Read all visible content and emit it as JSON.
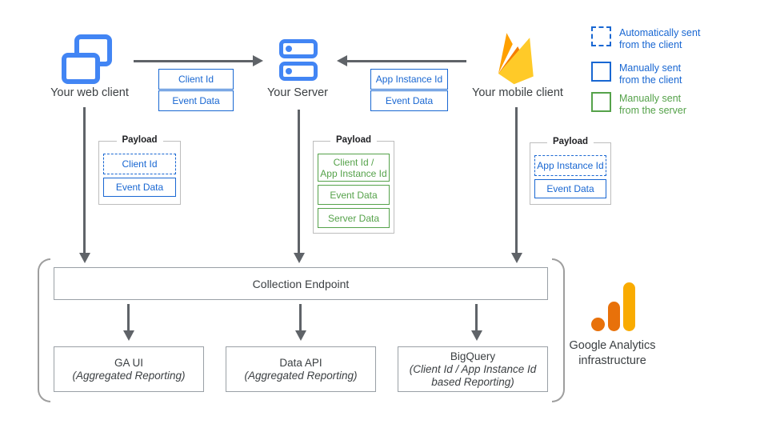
{
  "nodes": {
    "web_client": "Your web client",
    "server": "Your Server",
    "mobile_client": "Your mobile client"
  },
  "flows": {
    "web_to_server": {
      "tags": [
        "Client Id",
        "Event Data"
      ]
    },
    "mobile_to_server": {
      "tags": [
        "App Instance Id",
        "Event Data"
      ]
    }
  },
  "legend": {
    "items": [
      {
        "label": "Automatically sent\nfrom the client",
        "style": "dashed-blue"
      },
      {
        "label": "Manually sent\nfrom the client",
        "style": "solid-blue"
      },
      {
        "label": "Manually sent\nfrom the server",
        "style": "solid-green"
      }
    ]
  },
  "payloads": {
    "web": {
      "title": "Payload",
      "items": [
        {
          "label": "Client Id",
          "style": "dashed-blue"
        },
        {
          "label": "Event Data",
          "style": "solid-blue"
        }
      ]
    },
    "server": {
      "title": "Payload",
      "items": [
        {
          "label": "Client Id /\nApp Instance Id",
          "style": "green"
        },
        {
          "label": "Event Data",
          "style": "green"
        },
        {
          "label": "Server Data",
          "style": "green"
        }
      ]
    },
    "mobile": {
      "title": "Payload",
      "items": [
        {
          "label": "App Instance Id",
          "style": "dashed-blue"
        },
        {
          "label": "Event Data",
          "style": "solid-blue"
        }
      ]
    }
  },
  "infra": {
    "endpoint": "Collection Endpoint",
    "outputs": [
      {
        "title": "GA UI",
        "subtitle": "(Aggregated Reporting)"
      },
      {
        "title": "Data API",
        "subtitle": "(Aggregated Reporting)"
      },
      {
        "title": "BigQuery",
        "subtitle": "(Client Id / App Instance Id based Reporting)"
      }
    ],
    "caption": "Google Analytics\ninfrastructure"
  },
  "icons": {
    "web_client": "web-client-windows-icon",
    "server": "server-stack-icon",
    "mobile_client": "firebase-flame-icon",
    "infrastructure": "google-analytics-logo-icon"
  },
  "colors": {
    "icon_blue": "#4285F4",
    "tag_blue": "#1967D2",
    "tag_green": "#55A24A",
    "arrow_gray": "#5F6368",
    "box_border_gray": "#9AA0A6",
    "payload_border_gray": "#BDBDBD",
    "text_dark": "#3C4043",
    "ga_orange": "#E8710A",
    "ga_amber": "#F9AB00",
    "firebase_yellow": "#FFCA28",
    "firebase_orange": "#FFA000",
    "firebase_dark_orange": "#F57C00"
  }
}
